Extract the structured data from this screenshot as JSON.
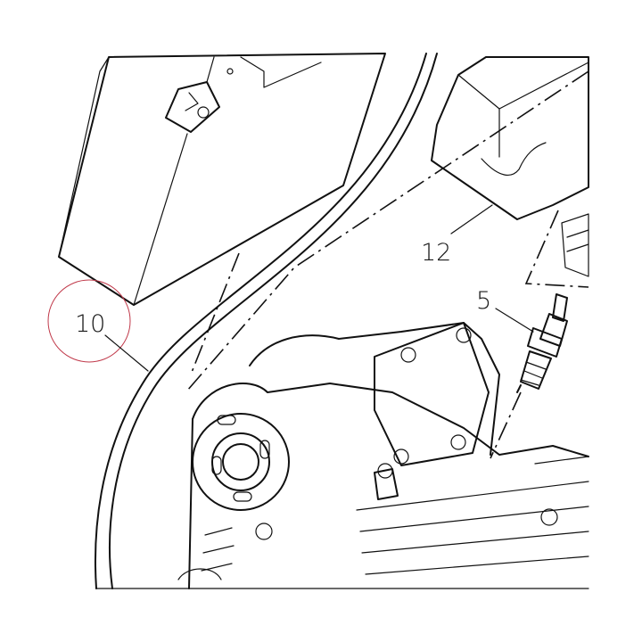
{
  "callouts": [
    {
      "id": "10",
      "label": "10"
    },
    {
      "id": "12",
      "label": "12"
    },
    {
      "id": "5",
      "label": "5"
    }
  ],
  "colors": {
    "line": "#111111",
    "marker_circle": "#c0394a",
    "background": "#ffffff"
  },
  "icons": [
    "spark-plug-icon",
    "engine-head-icon",
    "cover-panel-icon",
    "bracket-icon"
  ]
}
